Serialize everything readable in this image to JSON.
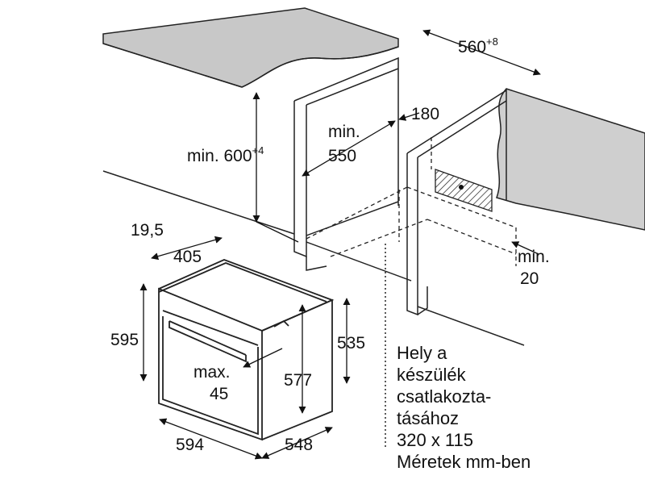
{
  "dimensions": {
    "depth_top": "560",
    "depth_top_tolerance": "+8",
    "height_top_prefix": "min. 600",
    "height_top_tolerance": "+4",
    "inner_min_line1": "min.",
    "inner_min_line2": "550",
    "cutout_offset": "180",
    "gap_min_line1": "min.",
    "gap_min_line2": "20",
    "frame_offset": "19,5",
    "front_depth": "405",
    "oven_height": "595",
    "body_height": "535",
    "niche_height": "577",
    "door_line1": "max.",
    "door_line2": "45",
    "oven_width": "594",
    "oven_depth": "548"
  },
  "note": {
    "lines": [
      "Hely a",
      "készülék",
      "csatlakozta-",
      "tásához",
      "320 x 115",
      "Méretek mm-ben"
    ]
  }
}
